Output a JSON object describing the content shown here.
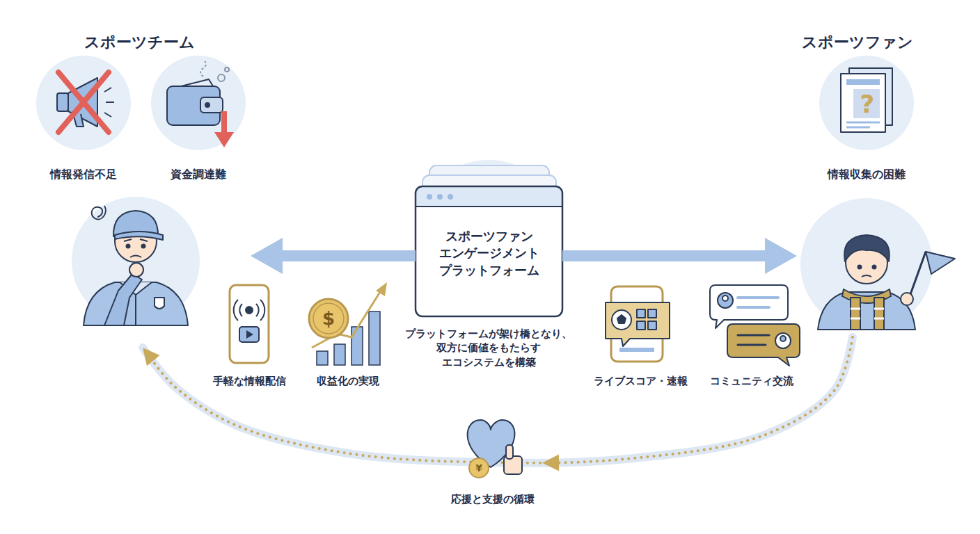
{
  "diagram": {
    "nodes": [
      {
        "text": [
          "スポーツチーム"
        ]
      },
      {
        "text": [
          "情報発信不足"
        ],
        "in": 0
      },
      {
        "text": [
          "資金調達難"
        ],
        "in": 0
      },
      {
        "text": [
          "スポーツファン エンゲージメント プラットフォーム"
        ]
      },
      {
        "text": [
          "スポーツファン"
        ]
      },
      {
        "text": [
          "情報収集の困難"
        ],
        "in": 4
      }
    ],
    "edges": [
      {
        "from": 3,
        "to": 0,
        "arrow": "to"
      },
      {
        "from": 3,
        "to": 4,
        "arrow": "to"
      },
      {
        "from": 4,
        "to": 0,
        "arrow": "to",
        "label": "応援と支援の循環"
      }
    ],
    "labels": [
      "手軽な情報配信",
      "$",
      "収益化の実現",
      "プラットフォームが架け橋となり、 双方に価値をもたらす エコシステムを構築",
      "ライブスコア・速報",
      "コミュニティ交流",
      "?",
      "¥"
    ]
  }
}
